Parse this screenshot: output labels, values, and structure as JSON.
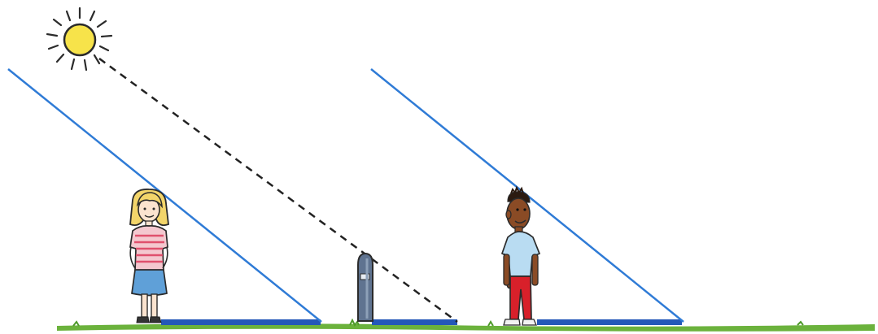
{
  "scene": {
    "figures": [
      "sun",
      "girl",
      "post",
      "boy"
    ],
    "elements": [
      "sun-rays",
      "girl-shadow",
      "post-shadow",
      "boy-shadow",
      "ground"
    ]
  },
  "colors": {
    "sky": "#ffffff",
    "sun_fill": "#f7e34a",
    "outline": "#2b2b2b",
    "sun_ray_line": "#2f7bd6",
    "shadow": "#2458b8",
    "ground": "#6bb23c",
    "post": "#5f7390",
    "girl_hair": "#f3d56a",
    "girl_shirt": "#f4c8cf",
    "girl_shirt_stripes": "#e0506d",
    "girl_skirt": "#5fa0d8",
    "boy_skin": "#8a4b25",
    "boy_shirt": "#b9dcf2",
    "boy_pants": "#d8202a"
  }
}
